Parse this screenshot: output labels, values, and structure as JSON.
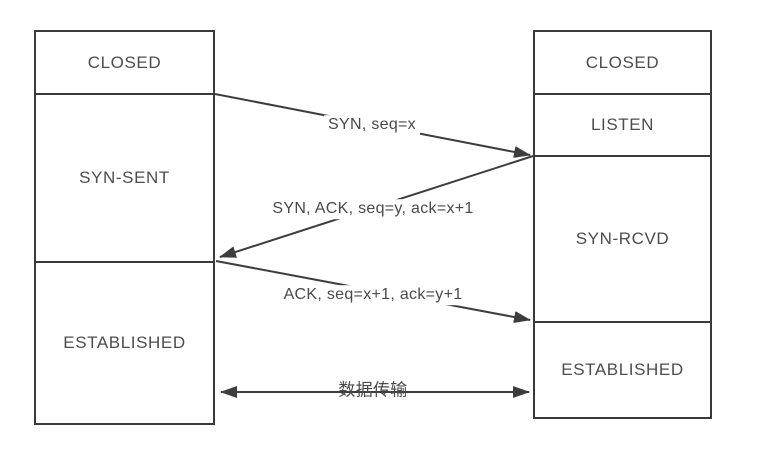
{
  "diagram": {
    "type": "tcp-three-way-handshake-state-diagram"
  },
  "client": {
    "states": [
      {
        "label": "CLOSED"
      },
      {
        "label": "SYN-SENT"
      },
      {
        "label": "ESTABLISHED"
      }
    ]
  },
  "server": {
    "states": [
      {
        "label": "CLOSED"
      },
      {
        "label": "LISTEN"
      },
      {
        "label": "SYN-RCVD"
      },
      {
        "label": "ESTABLISHED"
      }
    ]
  },
  "messages": [
    {
      "label": "SYN, seq=x",
      "direction": "client-to-server"
    },
    {
      "label": "SYN, ACK, seq=y, ack=x+1",
      "direction": "server-to-client"
    },
    {
      "label": "ACK, seq=x+1, ack=y+1",
      "direction": "client-to-server"
    },
    {
      "label": "数据传输",
      "direction": "bidirectional"
    }
  ],
  "colors": {
    "line": "#3d3d3d",
    "border": "#3a3a3a",
    "text": "#4a4a4a",
    "background": "#ffffff"
  }
}
